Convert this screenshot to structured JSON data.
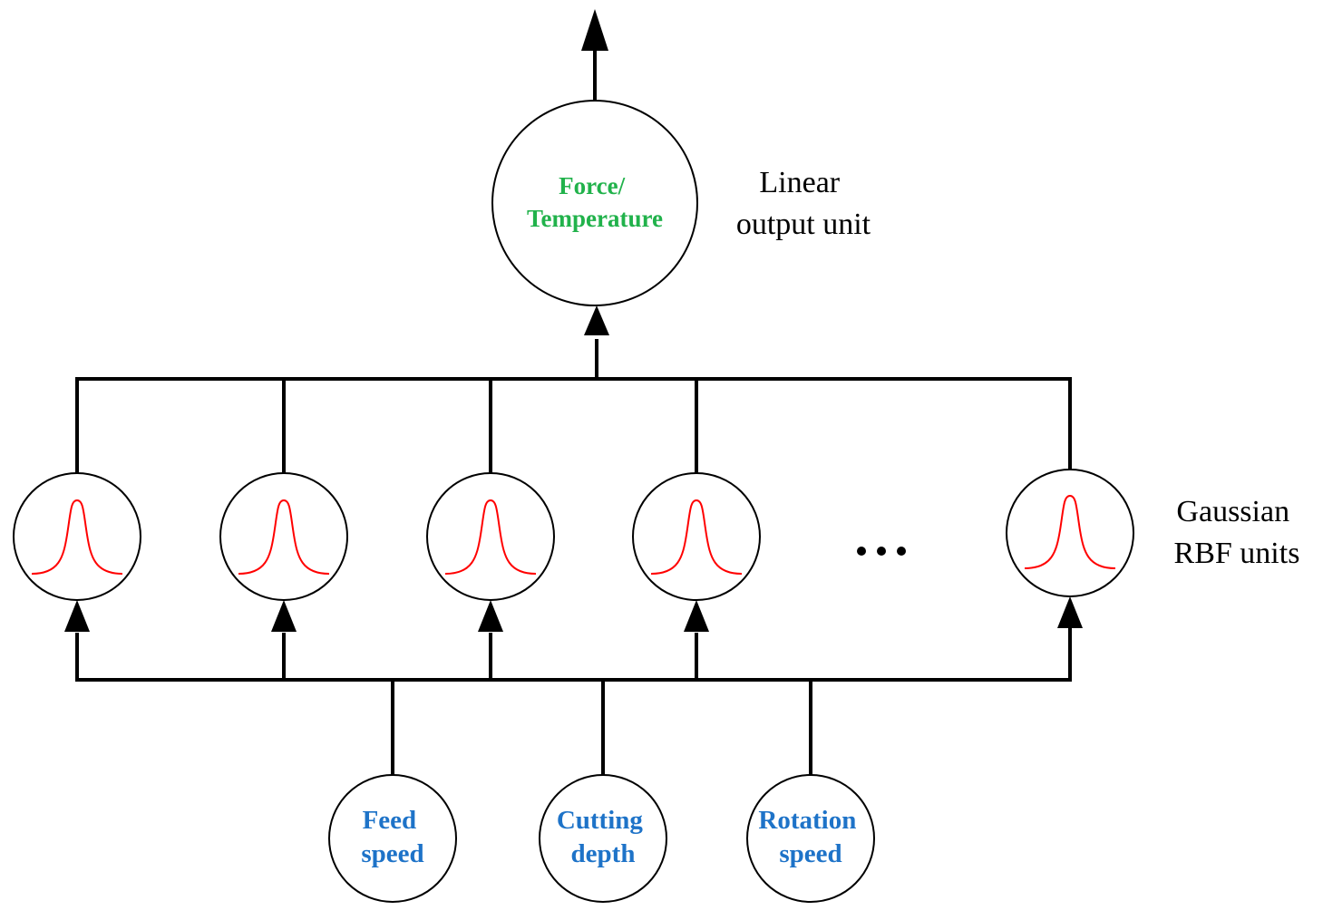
{
  "output_node": {
    "lines": [
      "Force/",
      "Temperature"
    ]
  },
  "output_layer_label": {
    "lines": [
      "Linear",
      "output unit"
    ]
  },
  "hidden_layer_label": {
    "lines": [
      "Gaussian",
      "RBF units"
    ]
  },
  "ellipsis": "•••",
  "inputs": [
    {
      "lines": [
        "Feed",
        "speed"
      ]
    },
    {
      "lines": [
        "Cutting",
        "depth"
      ]
    },
    {
      "lines": [
        "Rotation",
        "speed"
      ]
    }
  ],
  "colors": {
    "output_text": "#21b24b",
    "input_text": "#1e73c8",
    "gaussian_curve": "#ff0000",
    "lines": "#000000"
  }
}
